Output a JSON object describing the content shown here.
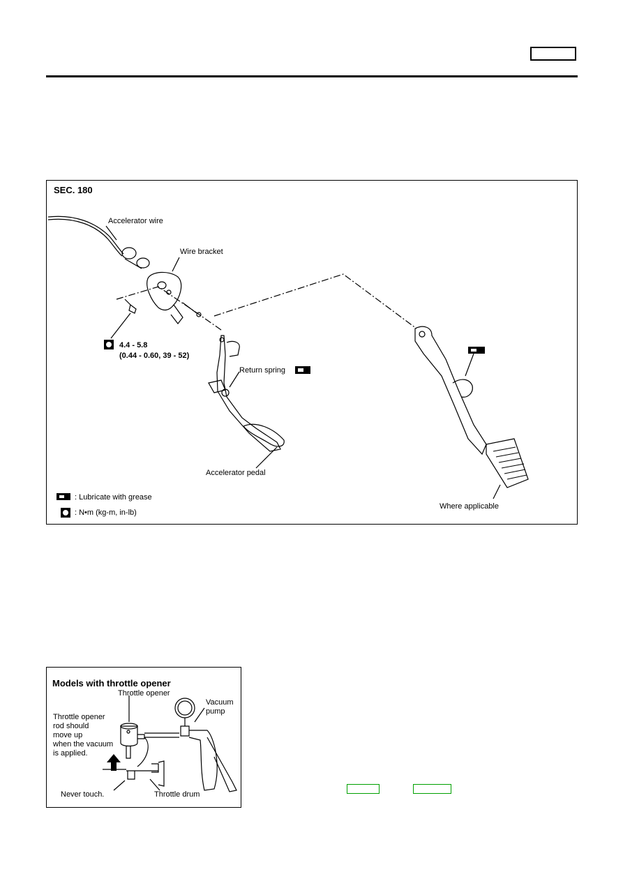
{
  "figure_main": {
    "section": "SEC. 180",
    "labels": {
      "accelerator_wire": "Accelerator wire",
      "wire_bracket": "Wire bracket",
      "torque_value": "4.4 - 5.8",
      "torque_units": "(0.44 - 0.60, 39 - 52)",
      "return_spring": "Return spring",
      "accelerator_pedal": "Accelerator pedal",
      "where_applicable": "Where applicable"
    },
    "legend": {
      "grease": ": Lubricate with grease",
      "torque": ":  N•m  (kg-m,  in-lb)"
    },
    "icons": [
      "grease-icon",
      "torque-wrench-icon"
    ]
  },
  "figure_small": {
    "title": "Models with throttle opener",
    "labels": {
      "throttle_opener": "Throttle opener",
      "vacuum_pump": "Vacuum\npump",
      "rod_note": "Throttle opener\nrod should\nmove up\nwhen the vacuum\nis applied.",
      "never_touch": "Never touch.",
      "throttle_drum": "Throttle drum"
    },
    "icons": [
      "arrow-up-icon"
    ]
  },
  "colors": {
    "link_border": "#00a000",
    "ink": "#000000"
  }
}
